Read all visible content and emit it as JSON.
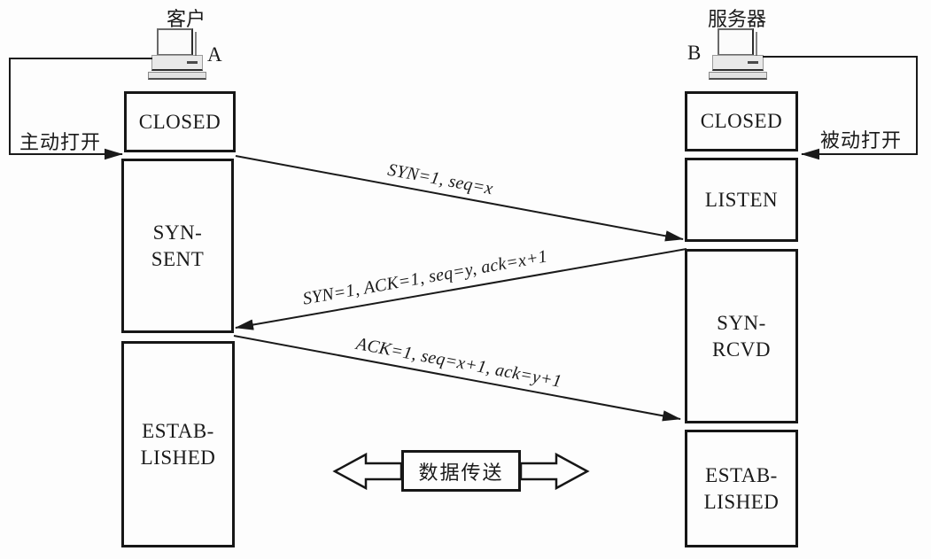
{
  "diagram": {
    "ink_color": "#1a1a1a",
    "client": {
      "title": "客户",
      "host_letter": "A",
      "open_action": "主动打开",
      "states": [
        {
          "label": "CLOSED"
        },
        {
          "label": "SYN-\nSENT"
        },
        {
          "label": "ESTAB-\nLISHED"
        }
      ]
    },
    "server": {
      "title": "服务器",
      "host_letter": "B",
      "open_action": "被动打开",
      "states": [
        {
          "label": "CLOSED"
        },
        {
          "label": "LISTEN"
        },
        {
          "label": "SYN-\nRCVD"
        },
        {
          "label": "ESTAB-\nLISHED"
        }
      ]
    },
    "messages": [
      {
        "label": "SYN=1, seq=x",
        "direction": "client-to-server"
      },
      {
        "label": "SYN=1, ACK=1, seq=y, ack=x+1",
        "direction": "server-to-client"
      },
      {
        "label": "ACK=1, seq=x+1, ack=y+1",
        "direction": "client-to-server"
      }
    ],
    "data_transfer": {
      "label": "数据传送"
    }
  }
}
